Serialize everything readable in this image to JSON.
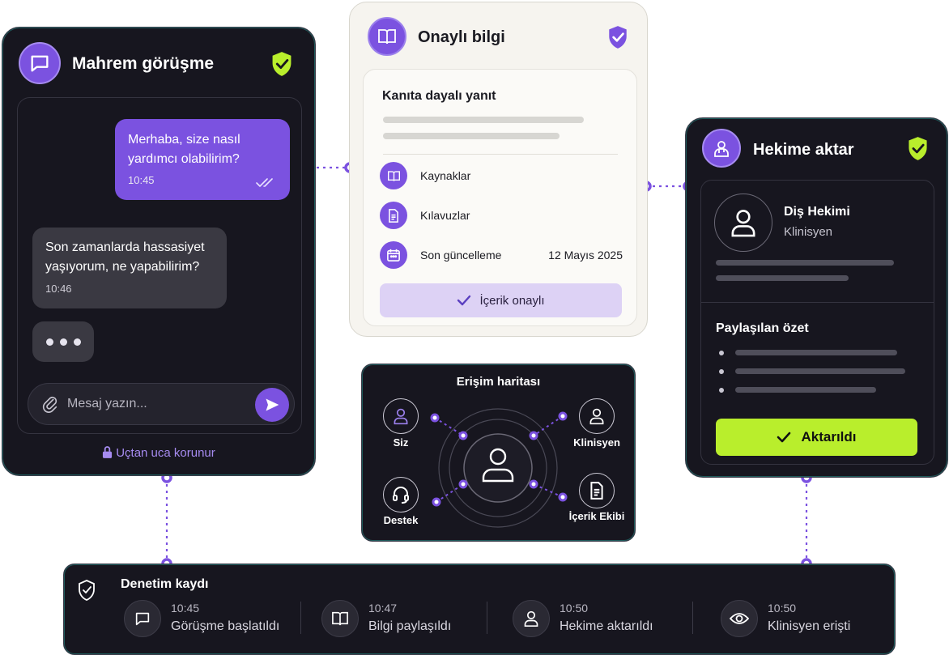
{
  "colors": {
    "accent": "#7b52e0",
    "lime": "#b9ee2c",
    "dark_bg": "#17161f",
    "light_bg": "#f6f4ef"
  },
  "chat": {
    "title": "Mahrem görüşme",
    "header_icon": "chat-bubble-icon",
    "outgoing": {
      "text_line1": "Merhaba, size nasıl",
      "text_line2": "yardımcı olabilirim?",
      "time": "10:45",
      "status_icon": "double-check-icon"
    },
    "incoming": {
      "text_line1": "Son zamanlarda hassasiyet",
      "text_line2": "yaşıyorum, ne yapabilirim?",
      "time": "10:46"
    },
    "input_placeholder": "Mesaj yazın...",
    "footer_note": "Uçtan uca korunur"
  },
  "info": {
    "title": "Onaylı bilgi",
    "header_icon": "book-icon",
    "answer_title": "Kanıta dayalı yanıt",
    "rows": [
      {
        "label": "Kaynaklar",
        "icon": "book-icon",
        "value": ""
      },
      {
        "label": "Kılavuzlar",
        "icon": "document-icon",
        "value": ""
      },
      {
        "label": "Son güncelleme",
        "icon": "calendar-icon",
        "value": "12 Mayıs 2025"
      }
    ],
    "approved_label": "İçerik onaylı"
  },
  "doctor": {
    "title": "Hekime aktar",
    "header_icon": "doctor-icon",
    "name": "Diş Hekimi",
    "role": "Klinisyen",
    "summary_title": "Paylaşılan özet",
    "transfer_label": "Aktarıldı"
  },
  "access": {
    "title": "Erişim haritası",
    "nodes": [
      {
        "label": "Siz",
        "icon": "user-icon"
      },
      {
        "label": "Klinisyen",
        "icon": "user-icon"
      },
      {
        "label": "Destek",
        "icon": "headset-icon"
      },
      {
        "label": "İçerik Ekibi",
        "icon": "document-icon"
      }
    ],
    "center_icon": "user-icon"
  },
  "audit": {
    "title": "Denetim kaydı",
    "title_icon": "shield-check-icon",
    "items": [
      {
        "time": "10:45",
        "text": "Görüşme başlatıldı",
        "icon": "chat-bubble-icon"
      },
      {
        "time": "10:47",
        "text": "Bilgi paylaşıldı",
        "icon": "book-icon"
      },
      {
        "time": "10:50",
        "text": "Hekime aktarıldı",
        "icon": "user-icon"
      },
      {
        "time": "10:50",
        "text": "Klinisyen erişti",
        "icon": "eye-icon"
      }
    ]
  }
}
